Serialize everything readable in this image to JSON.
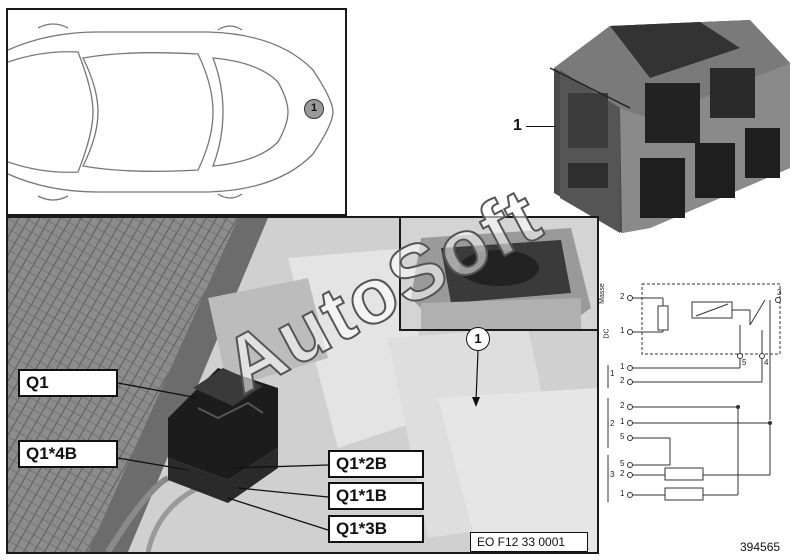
{
  "overview": {
    "marker": "1"
  },
  "component": {
    "callout": "1"
  },
  "photo": {
    "marker": "1",
    "labels": {
      "q1": "Q1",
      "q1_4b": "Q1*4B",
      "q1_2b": "Q1*2B",
      "q1_1b": "Q1*1B",
      "q1_3b": "Q1*3B"
    },
    "code": "EO F12 33 0001"
  },
  "schematic": {
    "labels": {
      "masse": "Masse",
      "dc": "DC",
      "pin2_top": "2",
      "pin1_top": "1",
      "pin3": "3",
      "pin4": "4",
      "pin5": "5",
      "group1": "1",
      "group2": "2",
      "group3": "3",
      "g1_p1": "1",
      "g1_p2": "2",
      "g2_p2": "2",
      "g2_p1": "1",
      "g2_p5": "5",
      "g3_p5": "5",
      "g3_p2": "2",
      "g3_p1": "1"
    }
  },
  "watermark": "AutoSoft",
  "image_number": "394565",
  "colors": {
    "border": "#1a1a1a",
    "marker_fill": "#9a9a9a",
    "photo_bg": "#b8b8b8"
  }
}
